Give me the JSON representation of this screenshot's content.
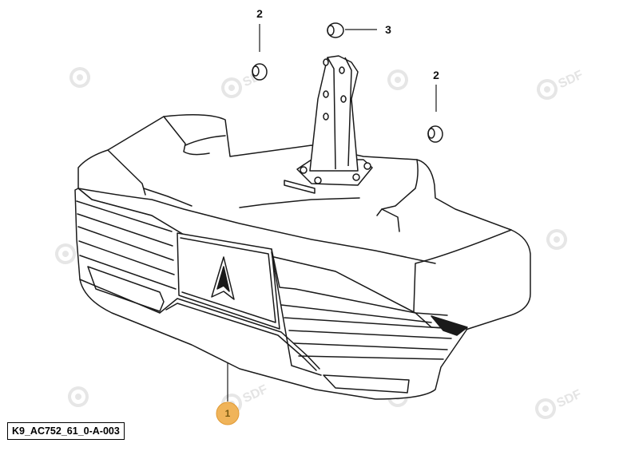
{
  "diagram": {
    "drawing_code": "K9_AC752_61_0-A-003",
    "callouts": [
      {
        "ref": "2",
        "part": "bushing-left",
        "highlighted": false
      },
      {
        "ref": "3",
        "part": "bushing-top",
        "highlighted": false
      },
      {
        "ref": "2",
        "part": "bushing-right",
        "highlighted": false
      },
      {
        "ref": "1",
        "part": "front-ballast-weight",
        "highlighted": true
      }
    ],
    "watermark_text": "SDF",
    "colors": {
      "line": "#1a1a1a",
      "highlight": "#f0b45a",
      "watermark": "#e4e4e4"
    }
  }
}
